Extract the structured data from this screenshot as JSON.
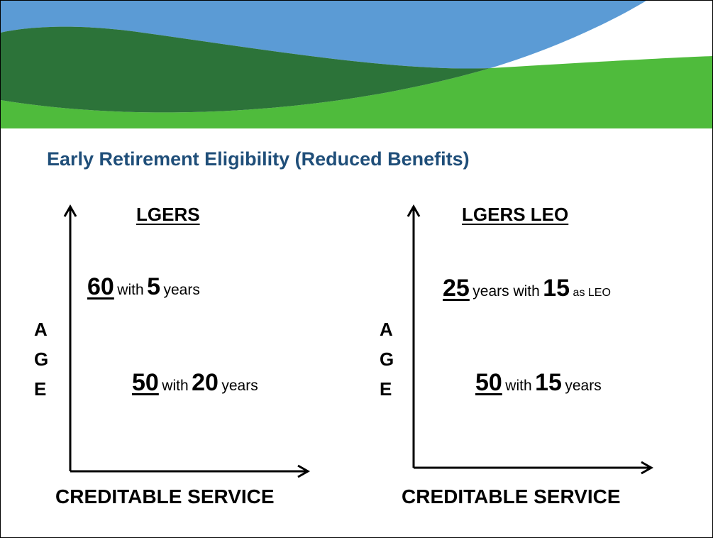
{
  "slide": {
    "title": "Early Retirement Eligibility (Reduced Benefits)"
  },
  "panels": [
    {
      "heading": "LGERS",
      "y_label_letters": [
        "A",
        "G",
        "E"
      ],
      "x_label": "CREDITABLE SERVICE",
      "rules": [
        {
          "age": "60",
          "with": "with",
          "years": "5",
          "suffix": "years"
        },
        {
          "age": "50",
          "with": "with",
          "years": "20",
          "suffix": "years"
        }
      ]
    },
    {
      "heading": "LGERS LEO",
      "y_label_letters": [
        "A",
        "G",
        "E"
      ],
      "x_label": "CREDITABLE SERVICE",
      "rules": [
        {
          "age": "25",
          "with": "years with",
          "years": "15",
          "suffix": "as LEO"
        },
        {
          "age": "50",
          "with": "with",
          "years": "15",
          "suffix": "years"
        }
      ]
    }
  ],
  "colors": {
    "title": "#1f4e79",
    "banner_blue": "#5b9bd5",
    "banner_dark_green": "#2c7339",
    "banner_green": "#4fbb3c"
  }
}
